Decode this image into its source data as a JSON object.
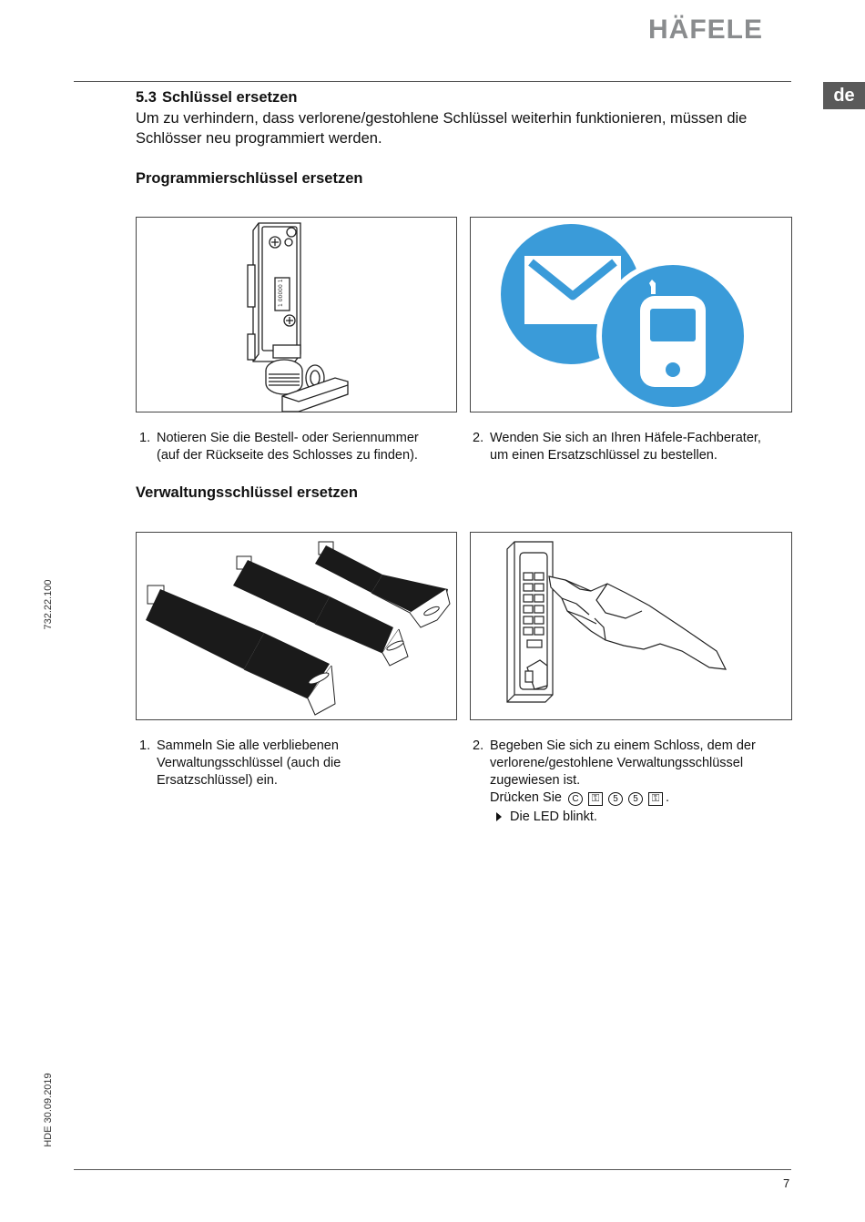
{
  "header": {
    "logo_text": "HÄFELE",
    "lang_tab": "de",
    "logo_color": "#8a8c8e"
  },
  "sidebar": {
    "doc_number": "732.22.100",
    "doc_date": "HDE 30.09.2019"
  },
  "section": {
    "number": "5.3",
    "title": "Schlüssel ersetzen",
    "intro": "Um zu verhindern, dass verlorene/gestohlene Schlüssel weiterhin funktionieren, müssen die Schlösser neu programmiert werden."
  },
  "programming": {
    "heading": "Programmierschlüssel ersetzen",
    "serial_label": "1 00000 1",
    "step1": {
      "number": "1.",
      "lines": [
        "Notieren Sie die Bestell- oder Seriennummer",
        "(auf der Rückseite des Schlosses zu finden)."
      ]
    },
    "step2": {
      "number": "2.",
      "lines": [
        "Wenden Sie sich an Ihren Häfele-Fachberater,",
        "um einen Ersatzschlüssel zu bestellen."
      ]
    },
    "icon_color": "#3a9bd9"
  },
  "management": {
    "heading": "Verwaltungsschlüssel ersetzen",
    "step1": {
      "number": "1.",
      "lines": [
        "Sammeln Sie alle verbliebenen",
        "Verwaltungsschlüssel (auch die",
        "Ersatzschlüssel) ein."
      ]
    },
    "step2": {
      "number": "2.",
      "lines": [
        "Begeben Sie sich zu einem Schloss, dem der",
        "verlorene/gestohlene Verwaltungsschlüssel",
        "zugewiesen ist."
      ],
      "press_prefix": "Drücken Sie",
      "key_sequence": [
        "C",
        "key",
        "5",
        "5",
        "key"
      ],
      "press_suffix": ".",
      "result": "Die LED blinkt."
    }
  },
  "footer": {
    "page_number": "7"
  }
}
